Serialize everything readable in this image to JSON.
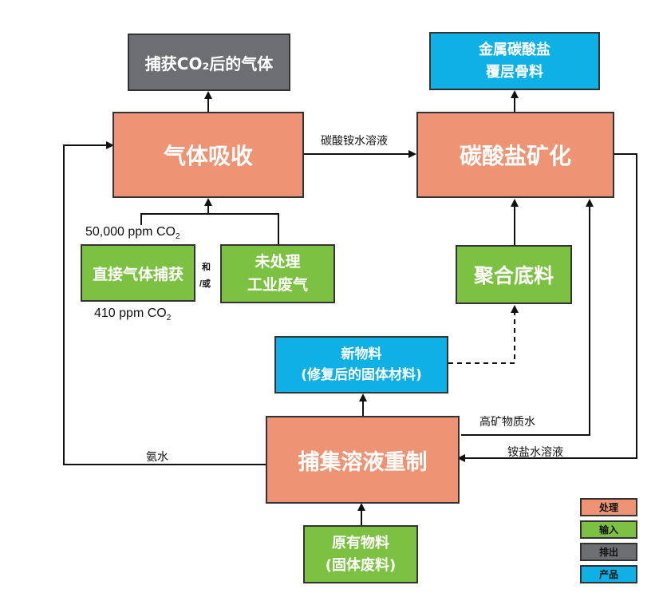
{
  "colors": {
    "process": "#ee9474",
    "input": "#7cc142",
    "output": "#6d6e71",
    "product": "#0fb0e6",
    "line": "#111111"
  },
  "nodes": {
    "captured_gas": {
      "line1": "捕获CO₂后的气体"
    },
    "gas_absorption": {
      "line1": "气体吸收"
    },
    "carbonate_mineralization": {
      "line1": "碳酸盐矿化"
    },
    "metal_carbonate_aggregate": {
      "line1": "金属碳酸盐",
      "line2": "覆层骨料"
    },
    "direct_air_capture": {
      "line1": "直接气体捕获"
    },
    "untreated_flue_gas": {
      "line1": "未处理",
      "line2": "工业废气"
    },
    "polymer_base": {
      "line1": "聚合底料"
    },
    "new_material": {
      "line1": "新物料",
      "line2": "(修复后的固体材料)"
    },
    "solution_regeneration": {
      "line1": "捕集溶液重制"
    },
    "raw_material": {
      "line1": "原有物料",
      "line2": "(固体废料)"
    }
  },
  "labels": {
    "ammonium_carbonate": "碳酸铵水溶液",
    "high_mineral_water": "高矿物质水",
    "ammonium_salt": "铵盐水溶液",
    "ammonia_water": "氨水",
    "and_or_1": "和",
    "and_or_2": "/或",
    "ppm_high": "50,000 ppm CO",
    "ppm_low": "410 ppm CO",
    "subscript_2": "2"
  },
  "legend": [
    {
      "label": "处理",
      "color": "#ee9474"
    },
    {
      "label": "输入",
      "color": "#7cc142"
    },
    {
      "label": "排出",
      "color": "#6d6e71"
    },
    {
      "label": "产品",
      "color": "#0fb0e6"
    }
  ]
}
